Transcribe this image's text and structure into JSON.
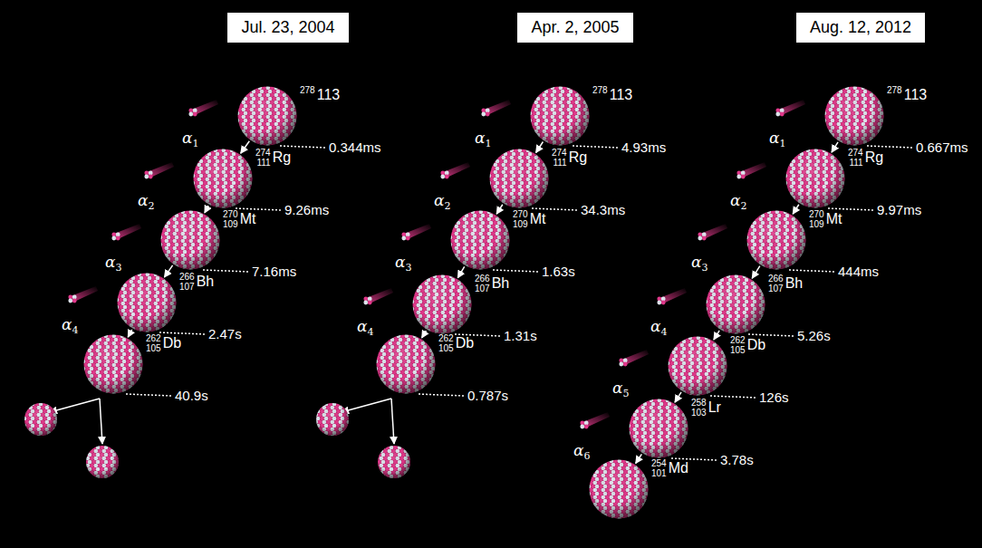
{
  "diagram": {
    "nodes": [
      {
        "text": [
          "Jul. 23, 2004"
        ]
      },
      {
        "text": [
          "Apr. 2, 2005"
        ]
      },
      {
        "text": [
          "Aug. 12, 2012"
        ]
      },
      {
        "text": [
          "278",
          "113"
        ]
      },
      {
        "text": [
          "274",
          "111",
          "Rg"
        ]
      },
      {
        "text": [
          "270",
          "109",
          "Mt"
        ]
      },
      {
        "text": [
          "266",
          "107",
          "Bh"
        ]
      },
      {
        "text": [
          "262",
          "105",
          "Db"
        ]
      },
      {
        "text": [
          "278",
          "113"
        ]
      },
      {
        "text": [
          "274",
          "111",
          "Rg"
        ]
      },
      {
        "text": [
          "270",
          "109",
          "Mt"
        ]
      },
      {
        "text": [
          "266",
          "107",
          "Bh"
        ]
      },
      {
        "text": [
          "262",
          "105",
          "Db"
        ]
      },
      {
        "text": [
          "278",
          "113"
        ]
      },
      {
        "text": [
          "274",
          "111",
          "Rg"
        ]
      },
      {
        "text": [
          "270",
          "109",
          "Mt"
        ]
      },
      {
        "text": [
          "266",
          "107",
          "Bh"
        ]
      },
      {
        "text": [
          "262",
          "105",
          "Db"
        ]
      },
      {
        "text": [
          "258",
          "103",
          "Lr"
        ]
      },
      {
        "text": [
          "254",
          "101",
          "Md"
        ]
      }
    ],
    "edges": [
      {
        "from": 3,
        "to": 4,
        "arrow": "to"
      },
      {
        "from": 4,
        "to": 5,
        "arrow": "to"
      },
      {
        "from": 5,
        "to": 6,
        "arrow": "to"
      },
      {
        "from": 6,
        "to": 7,
        "arrow": "to"
      },
      {
        "from": 8,
        "to": 9,
        "arrow": "to"
      },
      {
        "from": 9,
        "to": 10,
        "arrow": "to"
      },
      {
        "from": 10,
        "to": 11,
        "arrow": "to"
      },
      {
        "from": 11,
        "to": 12,
        "arrow": "to"
      },
      {
        "from": 13,
        "to": 14,
        "arrow": "to"
      },
      {
        "from": 14,
        "to": 15,
        "arrow": "to"
      },
      {
        "from": 15,
        "to": 16,
        "arrow": "to"
      },
      {
        "from": 16,
        "to": 17,
        "arrow": "to"
      },
      {
        "from": 17,
        "to": 18,
        "arrow": "to"
      },
      {
        "from": 18,
        "to": 19,
        "arrow": "to"
      }
    ],
    "labels": [
      "0.344ms",
      "α",
      "1",
      "9.26ms",
      "α",
      "2",
      "7.16ms",
      "α",
      "3",
      "2.47s",
      "α",
      "4",
      "40.9s",
      "4.93ms",
      "α",
      "1",
      "34.3ms",
      "α",
      "2",
      "1.63s",
      "α",
      "3",
      "1.31s",
      "α",
      "4",
      "0.787s",
      "0.667ms",
      "α",
      "1",
      "9.97ms",
      "α",
      "2",
      "444ms",
      "α",
      "3",
      "5.26s",
      "α",
      "4",
      "126s",
      "α",
      "5",
      "3.78s",
      "α",
      "6"
    ]
  }
}
